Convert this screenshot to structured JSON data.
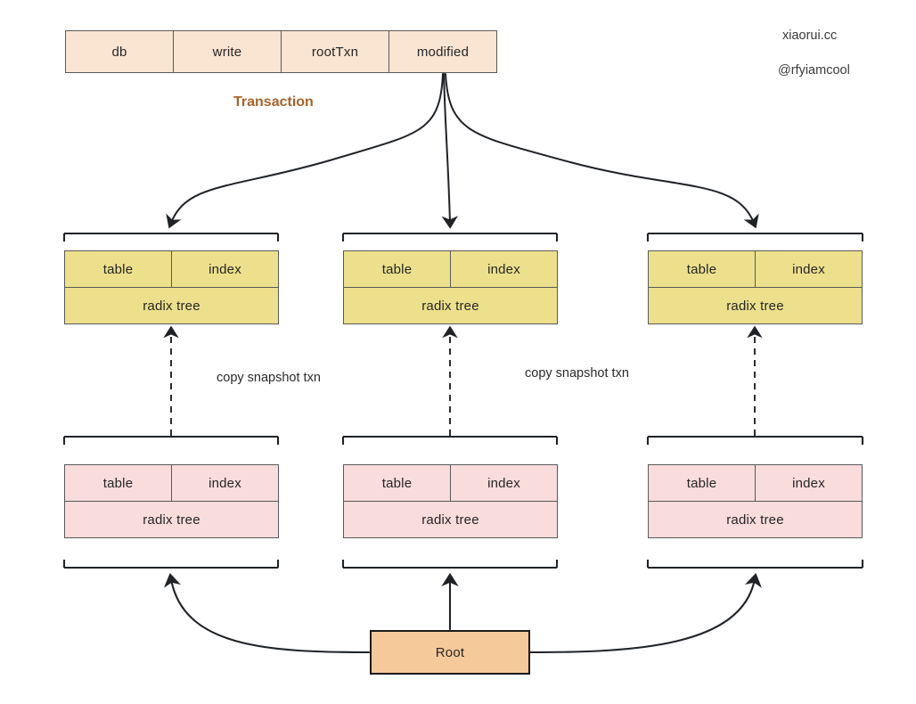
{
  "watermark": {
    "site": "xiaorui.cc",
    "handle": "@rfyiamcool"
  },
  "transaction": {
    "caption": "Transaction",
    "fields": [
      {
        "label": "db"
      },
      {
        "label": "write"
      },
      {
        "label": "rootTxn"
      },
      {
        "label": "modified"
      }
    ]
  },
  "snapshot_labels": [
    {
      "text": "copy snapshot txn"
    },
    {
      "text": "copy snapshot txn"
    }
  ],
  "current_nodes": [
    {
      "table": "table",
      "index": "index",
      "tree": "radix tree"
    },
    {
      "table": "table",
      "index": "index",
      "tree": "radix tree"
    },
    {
      "table": "table",
      "index": "index",
      "tree": "radix tree"
    }
  ],
  "snapshot_nodes": [
    {
      "table": "table",
      "index": "index",
      "tree": "radix tree"
    },
    {
      "table": "table",
      "index": "index",
      "tree": "radix tree"
    },
    {
      "table": "table",
      "index": "index",
      "tree": "radix tree"
    }
  ],
  "root": {
    "label": "Root"
  },
  "colors": {
    "transaction_fill": "#FAE5D3",
    "current_fill": "#EDE08C",
    "snapshot_fill": "#F9DCDC",
    "root_fill": "#F6C99B",
    "stroke": "#595959",
    "caption": "#A8632A",
    "line": "#1f2328"
  }
}
